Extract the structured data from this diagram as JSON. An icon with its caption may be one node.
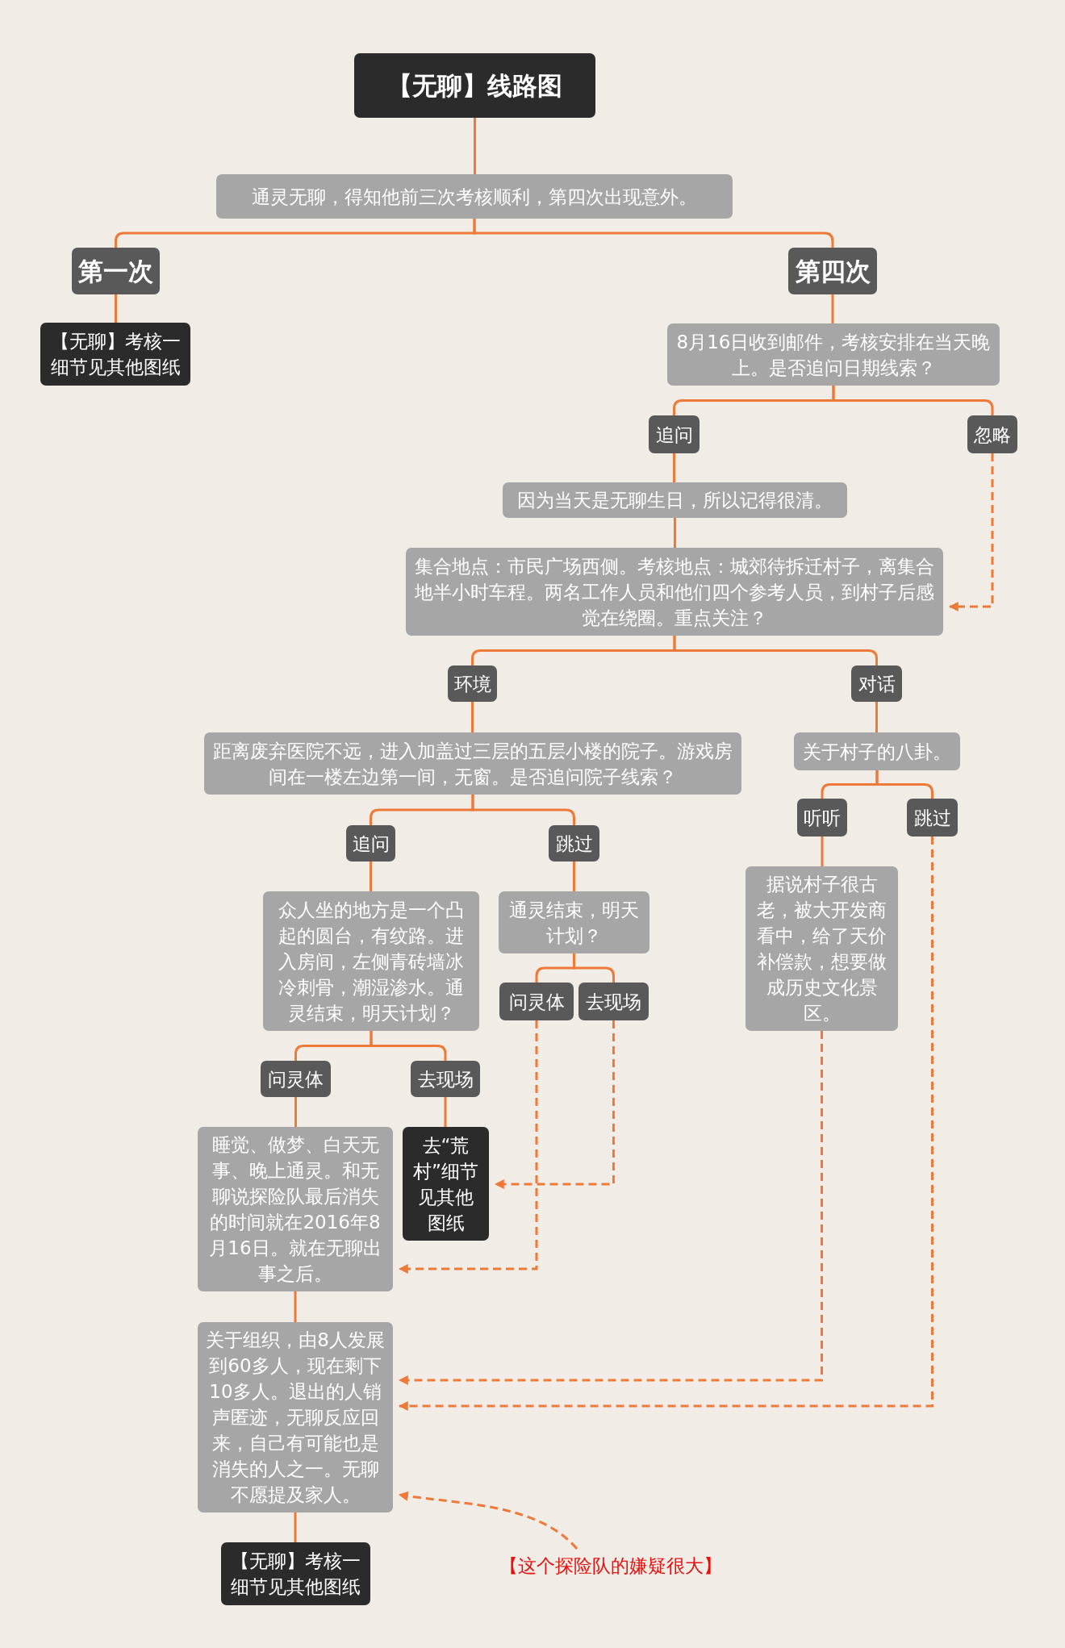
{
  "diagram": {
    "nodes": [
      {
        "text": [
          "【无聊】线路图"
        ]
      },
      {
        "text": [
          "通灵无聊，得知他前三次考核顺利，第四次出现意外。"
        ]
      },
      {
        "text": [
          "第一次"
        ]
      },
      {
        "text": [
          "第四次"
        ]
      },
      {
        "text": [
          "【无聊】考核一细节见其他图纸"
        ]
      },
      {
        "text": [
          "8月16日收到邮件，考核安排在当天晚上。是否追问日期线索？"
        ]
      },
      {
        "text": [
          "追问"
        ]
      },
      {
        "text": [
          "忽略"
        ]
      },
      {
        "text": [
          "因为当天是无聊生日，所以记得很清。"
        ]
      },
      {
        "text": [
          "集合地点：市民广场西侧。考核地点：城郊待拆迁村子，离集合地半小时车程。两名工作人员和他们四个参考人员，到村子后感觉在绕圈。重点关注？"
        ]
      },
      {
        "text": [
          "环境"
        ]
      },
      {
        "text": [
          "对话"
        ]
      },
      {
        "text": [
          "距离废弃医院不远，进入加盖过三层的五层小楼的院子。游戏房间在一楼左边第一间，无窗。是否追问院子线索？"
        ]
      },
      {
        "text": [
          "关于村子的八卦。"
        ]
      },
      {
        "text": [
          "追问"
        ]
      },
      {
        "text": [
          "跳过"
        ]
      },
      {
        "text": [
          "听听"
        ]
      },
      {
        "text": [
          "跳过"
        ]
      },
      {
        "text": [
          "众人坐的地方是一个凸起的圆台，有纹路。进入房间，左侧青砖墙冰冷刺骨，潮湿渗水。通灵结束，明天计划？"
        ]
      },
      {
        "text": [
          "通灵结束，明天计划？"
        ]
      },
      {
        "text": [
          "据说村子很古老，被大开发商看中，给了天价补偿款，想要做成历史文化景区。"
        ]
      },
      {
        "text": [
          "问灵体"
        ]
      },
      {
        "text": [
          "去现场"
        ]
      },
      {
        "text": [
          "问灵体"
        ]
      },
      {
        "text": [
          "去现场"
        ]
      },
      {
        "text": [
          "睡觉、做梦、白天无事、晚上通灵。和无聊说探险队最后消失的时间就在2016年8月16日。就在无聊出事之后。"
        ]
      },
      {
        "text": [
          "去“荒村”细节见其他图纸"
        ]
      },
      {
        "text": [
          "关于组织，由8人发展到60多人，现在剩下10多人。退出的人销声匿迹，无聊反应回来，自己有可能也是消失的人之一。无聊不愿提及家人。"
        ]
      },
      {
        "text": [
          "【无聊】考核一细节见其他图纸"
        ]
      },
      {
        "text": [
          "【这个探险队的嫌疑很大】"
        ]
      }
    ],
    "edges": [
      {
        "from": 0,
        "to": 1,
        "arrow": "none"
      },
      {
        "from": 1,
        "to": 2,
        "arrow": "none"
      },
      {
        "from": 1,
        "to": 3,
        "arrow": "none"
      },
      {
        "from": 2,
        "to": 4,
        "arrow": "none"
      },
      {
        "from": 3,
        "to": 5,
        "arrow": "none"
      },
      {
        "from": 5,
        "to": 6,
        "arrow": "none"
      },
      {
        "from": 5,
        "to": 7,
        "arrow": "none"
      },
      {
        "from": 6,
        "to": 8,
        "arrow": "none"
      },
      {
        "from": 8,
        "to": 9,
        "arrow": "none"
      },
      {
        "from": 7,
        "to": 9,
        "arrow": "to",
        "style": "dashed"
      },
      {
        "from": 9,
        "to": 10,
        "arrow": "none"
      },
      {
        "from": 9,
        "to": 11,
        "arrow": "none"
      },
      {
        "from": 10,
        "to": 12,
        "arrow": "none"
      },
      {
        "from": 11,
        "to": 13,
        "arrow": "none"
      },
      {
        "from": 12,
        "to": 14,
        "arrow": "none"
      },
      {
        "from": 12,
        "to": 15,
        "arrow": "none"
      },
      {
        "from": 13,
        "to": 16,
        "arrow": "none"
      },
      {
        "from": 13,
        "to": 17,
        "arrow": "none"
      },
      {
        "from": 14,
        "to": 18,
        "arrow": "none"
      },
      {
        "from": 15,
        "to": 19,
        "arrow": "none"
      },
      {
        "from": 16,
        "to": 20,
        "arrow": "none"
      },
      {
        "from": 19,
        "to": 21,
        "arrow": "none"
      },
      {
        "from": 19,
        "to": 22,
        "arrow": "none"
      },
      {
        "from": 18,
        "to": 23,
        "arrow": "none"
      },
      {
        "from": 18,
        "to": 24,
        "arrow": "none"
      },
      {
        "from": 23,
        "to": 25,
        "arrow": "none"
      },
      {
        "from": 24,
        "to": 26,
        "arrow": "none"
      },
      {
        "from": 22,
        "to": 26,
        "arrow": "to",
        "style": "dashed"
      },
      {
        "from": 21,
        "to": 25,
        "arrow": "to",
        "style": "dashed"
      },
      {
        "from": 25,
        "to": 27,
        "arrow": "none"
      },
      {
        "from": 20,
        "to": 27,
        "arrow": "to",
        "style": "dashed"
      },
      {
        "from": 17,
        "to": 27,
        "arrow": "to",
        "style": "dashed"
      },
      {
        "from": 27,
        "to": 28,
        "arrow": "none"
      },
      {
        "from": 29,
        "to": 27,
        "arrow": "to",
        "style": "dashed"
      }
    ]
  }
}
